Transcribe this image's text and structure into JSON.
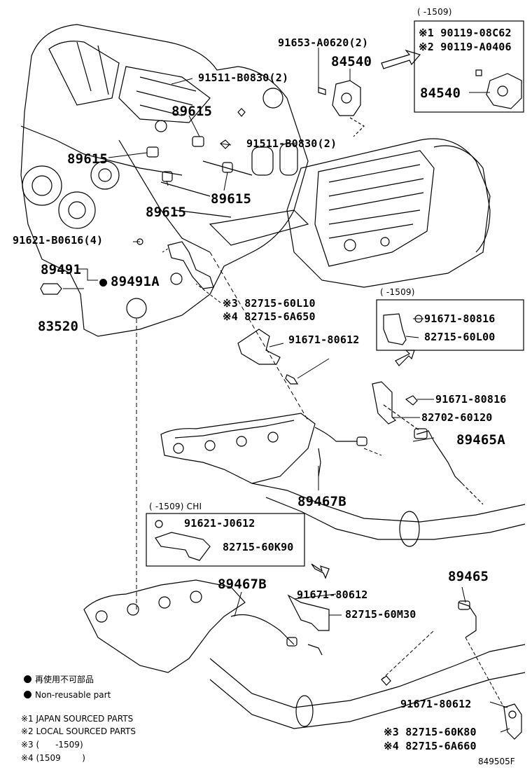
{
  "diagram_id": "849505F",
  "labels": {
    "p91653": "91653-A0620(2)",
    "p84540_top": "84540",
    "inset_top_header": "( -1509)",
    "inset_top_line1": "※1 90119-08C62",
    "inset_top_line2": "※2 90119-A0406",
    "inset_top_84540": "84540",
    "p91511_a": "91511-B0830(2)",
    "p89615_a": "89615",
    "p91511_b": "91511-B0830(2)",
    "p89615_b": "89615",
    "p89615_c": "89615",
    "p89615_d": "89615",
    "p91621": "91621-B0616(4)",
    "p89491": "89491",
    "p89491A": "89491A",
    "p83520": "83520",
    "p82715_60L10": "※3 82715-60L10",
    "p82715_6A650": "※4 82715-6A650",
    "p91671_80612_a": "91671-80612",
    "inset_mid_header": "( -1509)",
    "inset_mid_91671": "91671-80816",
    "inset_mid_82715": "82715-60L00",
    "p91671_80816": "91671-80816",
    "p82702": "82702-60120",
    "p89465A": "89465A",
    "p89467B_a": "89467B",
    "inset_chi_header": "( -1509) CHI",
    "inset_chi_91621": "91621-J0612",
    "inset_chi_82715": "82715-60K90",
    "p89467B_b": "89467B",
    "p91671_80612_b": "91671-80612",
    "p82715_60M30": "82715-60M30",
    "p89465": "89465",
    "p91671_80612_c": "91671-80612",
    "p82715_60K80": "※3 82715-60K80",
    "p82715_6A660": "※4 82715-6A660"
  },
  "legend": {
    "jp": "再使用不可部品",
    "en": "Non-reusable part"
  },
  "notes": {
    "n1": "※1 JAPAN SOURCED PARTS",
    "n2": "※2 LOCAL SOURCED PARTS",
    "n3": "※3 (      -1509)",
    "n4": "※4 (1509        )"
  }
}
